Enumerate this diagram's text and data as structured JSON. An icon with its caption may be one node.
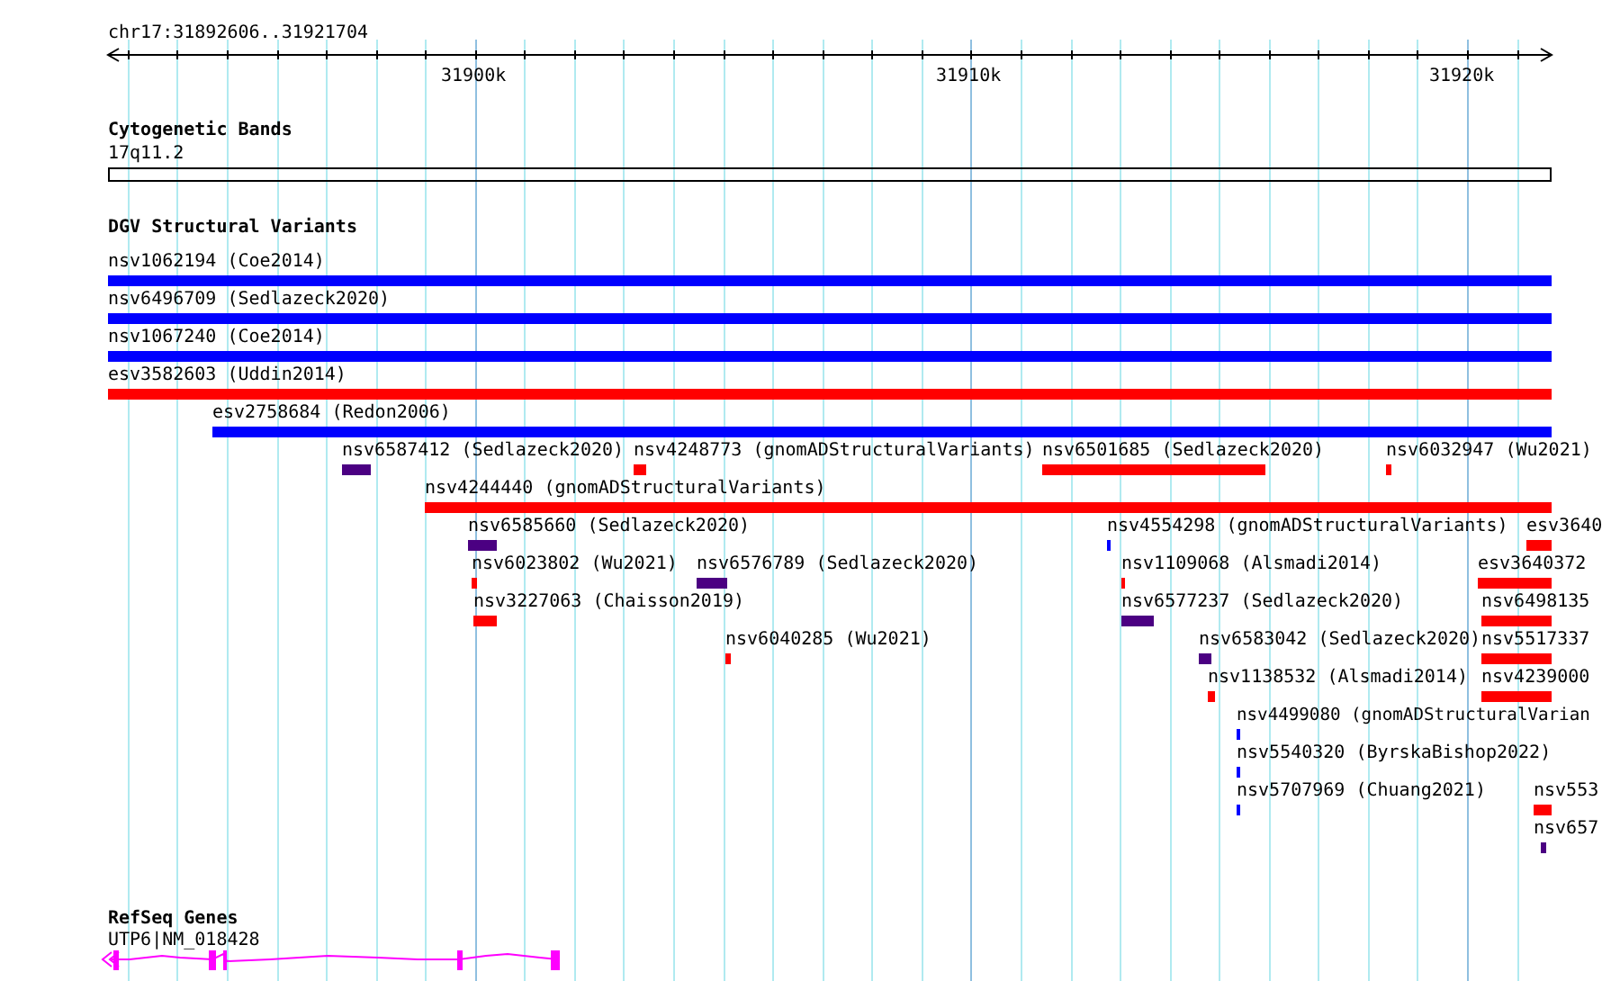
{
  "diagram": {
    "labels": [
      "chr17:31892606..31921704",
      "31900k",
      "31910k",
      "31920k",
      "Cytogenetic Bands",
      "17q11.2",
      "DGV Structural Variants",
      "nsv1062194 (Coe2014)",
      "nsv6496709 (Sedlazeck2020)",
      "nsv1067240 (Coe2014)",
      "esv3582603 (Uddin2014)",
      "esv2758684 (Redon2006)",
      "nsv6587412 (Sedlazeck2020)",
      "nsv4248773 (gnomADStructuralVariants)",
      "nsv6501685 (Sedlazeck2020)",
      "nsv6032947 (Wu2021)",
      "nsv4244440 (gnomADStructuralVariants)",
      "nsv6585660 (Sedlazeck2020)",
      "nsv4554298 (gnomADStructuralVariants)",
      "esv3640",
      "nsv6023802 (Wu2021)",
      "nsv6576789 (Sedlazeck2020)",
      "nsv1109068 (Alsmadi2014)",
      "esv3640372",
      "nsv3227063 (Chaisson2019)",
      "nsv6577237 (Sedlazeck2020)",
      "nsv6498135",
      "nsv6040285 (Wu2021)",
      "nsv6583042 (Sedlazeck2020)",
      "nsv5517337",
      "nsv1138532 (Alsmadi2014)",
      "nsv4239000",
      "nsv4499080 (gnomADStructuralVarian",
      "nsv5540320 (ByrskaBishop2022)",
      "nsv5707969 (Chuang2021)",
      "nsv553",
      "nsv657",
      "RefSeq Genes",
      "UTP6|NM_018428"
    ]
  }
}
